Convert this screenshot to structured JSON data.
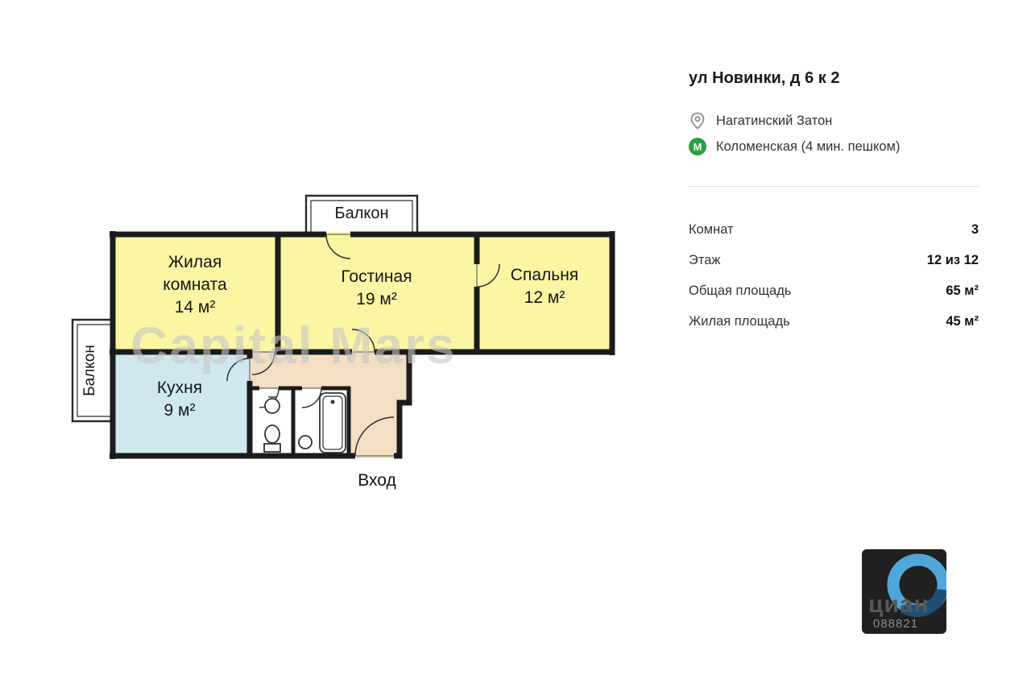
{
  "info": {
    "title": "ул Новинки, д 6 к 2",
    "district": "Нагатинский Затон",
    "metro": "Коломенская (4 мин. пешком)",
    "details": [
      {
        "label": "Комнат",
        "value": "3"
      },
      {
        "label": "Этаж",
        "value": "12 из 12"
      },
      {
        "label": "Общая площадь",
        "value": "65 м²"
      },
      {
        "label": "Жилая площадь",
        "value": "45 м²"
      }
    ]
  },
  "floorplan": {
    "watermark": "Capital Mars",
    "rooms": [
      {
        "name": "Жилая комната",
        "area": "14 м²"
      },
      {
        "name": "Гостиная",
        "area": "19 м²"
      },
      {
        "name": "Спальня",
        "area": "12 м²"
      },
      {
        "name": "Кухня",
        "area": "9 м²"
      }
    ],
    "balcony_top_label": "Балкон",
    "balcony_left_label": "Балкон",
    "entrance_label": "Вход"
  },
  "icons": {
    "metro_letter": "М",
    "location_pin": "map-pin",
    "metro": "metro-circle"
  },
  "branding": {
    "brand": "циан",
    "watermark_id": "088821"
  },
  "colors": {
    "room_fill": "#FAF6A3",
    "kitchen_fill": "#CFE8F0",
    "hall_fill": "#F4DFC4",
    "wall": "#1B1B1B",
    "metro_green": "#2BA043",
    "logo_blue_light": "#4FA6D9",
    "logo_blue_dark": "#1D4E74"
  }
}
